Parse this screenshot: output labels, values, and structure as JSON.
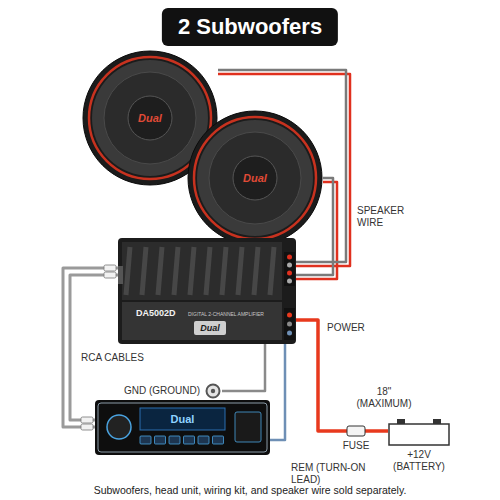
{
  "diagram": {
    "title": "2 Subwoofers",
    "caption": "Subwoofers, head unit, wiring kit, and speaker wire sold separately.",
    "nodes": [
      {
        "text": [
          "Dual"
        ]
      },
      {
        "text": [
          "Dual"
        ]
      },
      {
        "text": [
          "DA5002D",
          "DIGITAL 2-CHANNEL AMPLIFIER",
          "Dual"
        ]
      },
      {
        "text": [
          "GND (GROUND)"
        ]
      },
      {
        "text": [
          "Dual"
        ]
      },
      {
        "text": [
          "FUSE"
        ]
      },
      {
        "text": [
          "+12V (BATTERY)"
        ]
      }
    ],
    "edges": [
      {
        "from": 2,
        "to": 0,
        "arrow": "none"
      },
      {
        "from": 2,
        "to": 1,
        "label": "SPEAKER WIRE",
        "arrow": "none"
      },
      {
        "from": 2,
        "to": 5,
        "label": "POWER",
        "arrow": "none"
      },
      {
        "from": 5,
        "to": 6,
        "label": "18\" (MAXIMUM)",
        "arrow": "none"
      },
      {
        "from": 2,
        "to": 3,
        "arrow": "none"
      },
      {
        "from": 4,
        "to": 2,
        "label": "RCA CABLES",
        "arrow": "none"
      },
      {
        "from": 4,
        "to": 2,
        "label": "REM (TURN-ON LEAD)",
        "arrow": "none"
      }
    ]
  }
}
